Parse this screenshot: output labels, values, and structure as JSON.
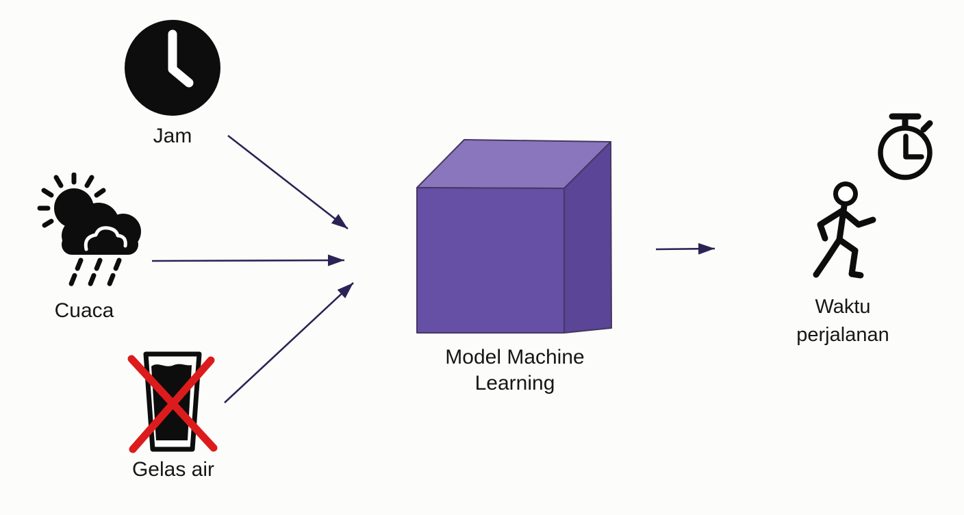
{
  "colors": {
    "background": "#fcfcfa",
    "ink": "#0d0d0d",
    "text": "#161616",
    "arrow": "#2b2356",
    "cross": "#dc1c1c",
    "cube-top": "#8a76bd",
    "cube-front": "#6550a6",
    "cube-right": "#5b4597",
    "cube-edge": "#453764"
  },
  "inputs": [
    {
      "label": "Jam",
      "icon": "clock-icon"
    },
    {
      "label": "Cuaca",
      "icon": "weather-rain-icon"
    },
    {
      "label": "Gelas air",
      "icon": "crossed-water-glass-icon"
    }
  ],
  "model": {
    "label": "Model Machine Learning",
    "shape": "purple-cube"
  },
  "output": {
    "label": "Waktu perjalanan",
    "icons": [
      "walking-person-icon",
      "stopwatch-icon"
    ]
  }
}
